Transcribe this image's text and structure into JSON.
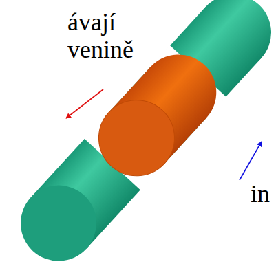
{
  "diagram": {
    "labels": [
      "ávají",
      "venině",
      "in"
    ]
  }
}
